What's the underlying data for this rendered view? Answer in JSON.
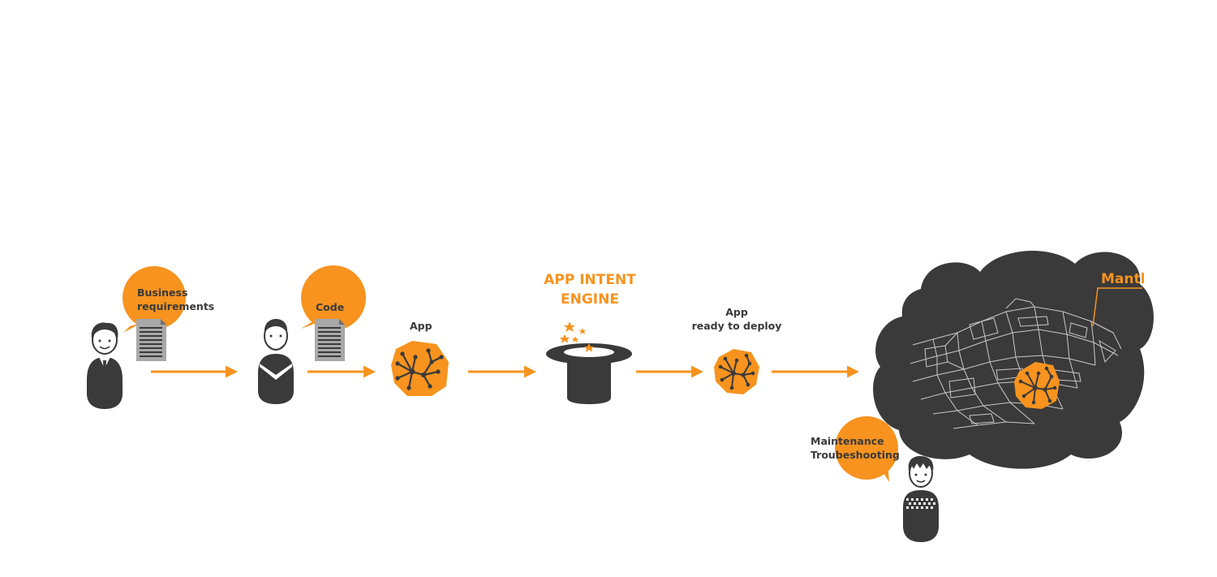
{
  "labels": {
    "business_line1": "Business",
    "business_line2": "requirements",
    "code": "Code",
    "app": "App",
    "engine_line1": "APP INTENT",
    "engine_line2": "ENGINE",
    "ready_line1": "App",
    "ready_line2": "ready to deploy",
    "mantl": "Mantl",
    "maintenance_line1": "Maintenance",
    "maintenance_line2": "Troubeshooting"
  },
  "colors": {
    "accent": "#F7931E",
    "dark": "#3A3A3A",
    "background": "#FFFFFF"
  },
  "icons": [
    "business-person-icon",
    "developer-person-icon",
    "document-icon",
    "app-network-icon",
    "magic-hat-icon",
    "cloud-icon",
    "operator-person-icon"
  ]
}
